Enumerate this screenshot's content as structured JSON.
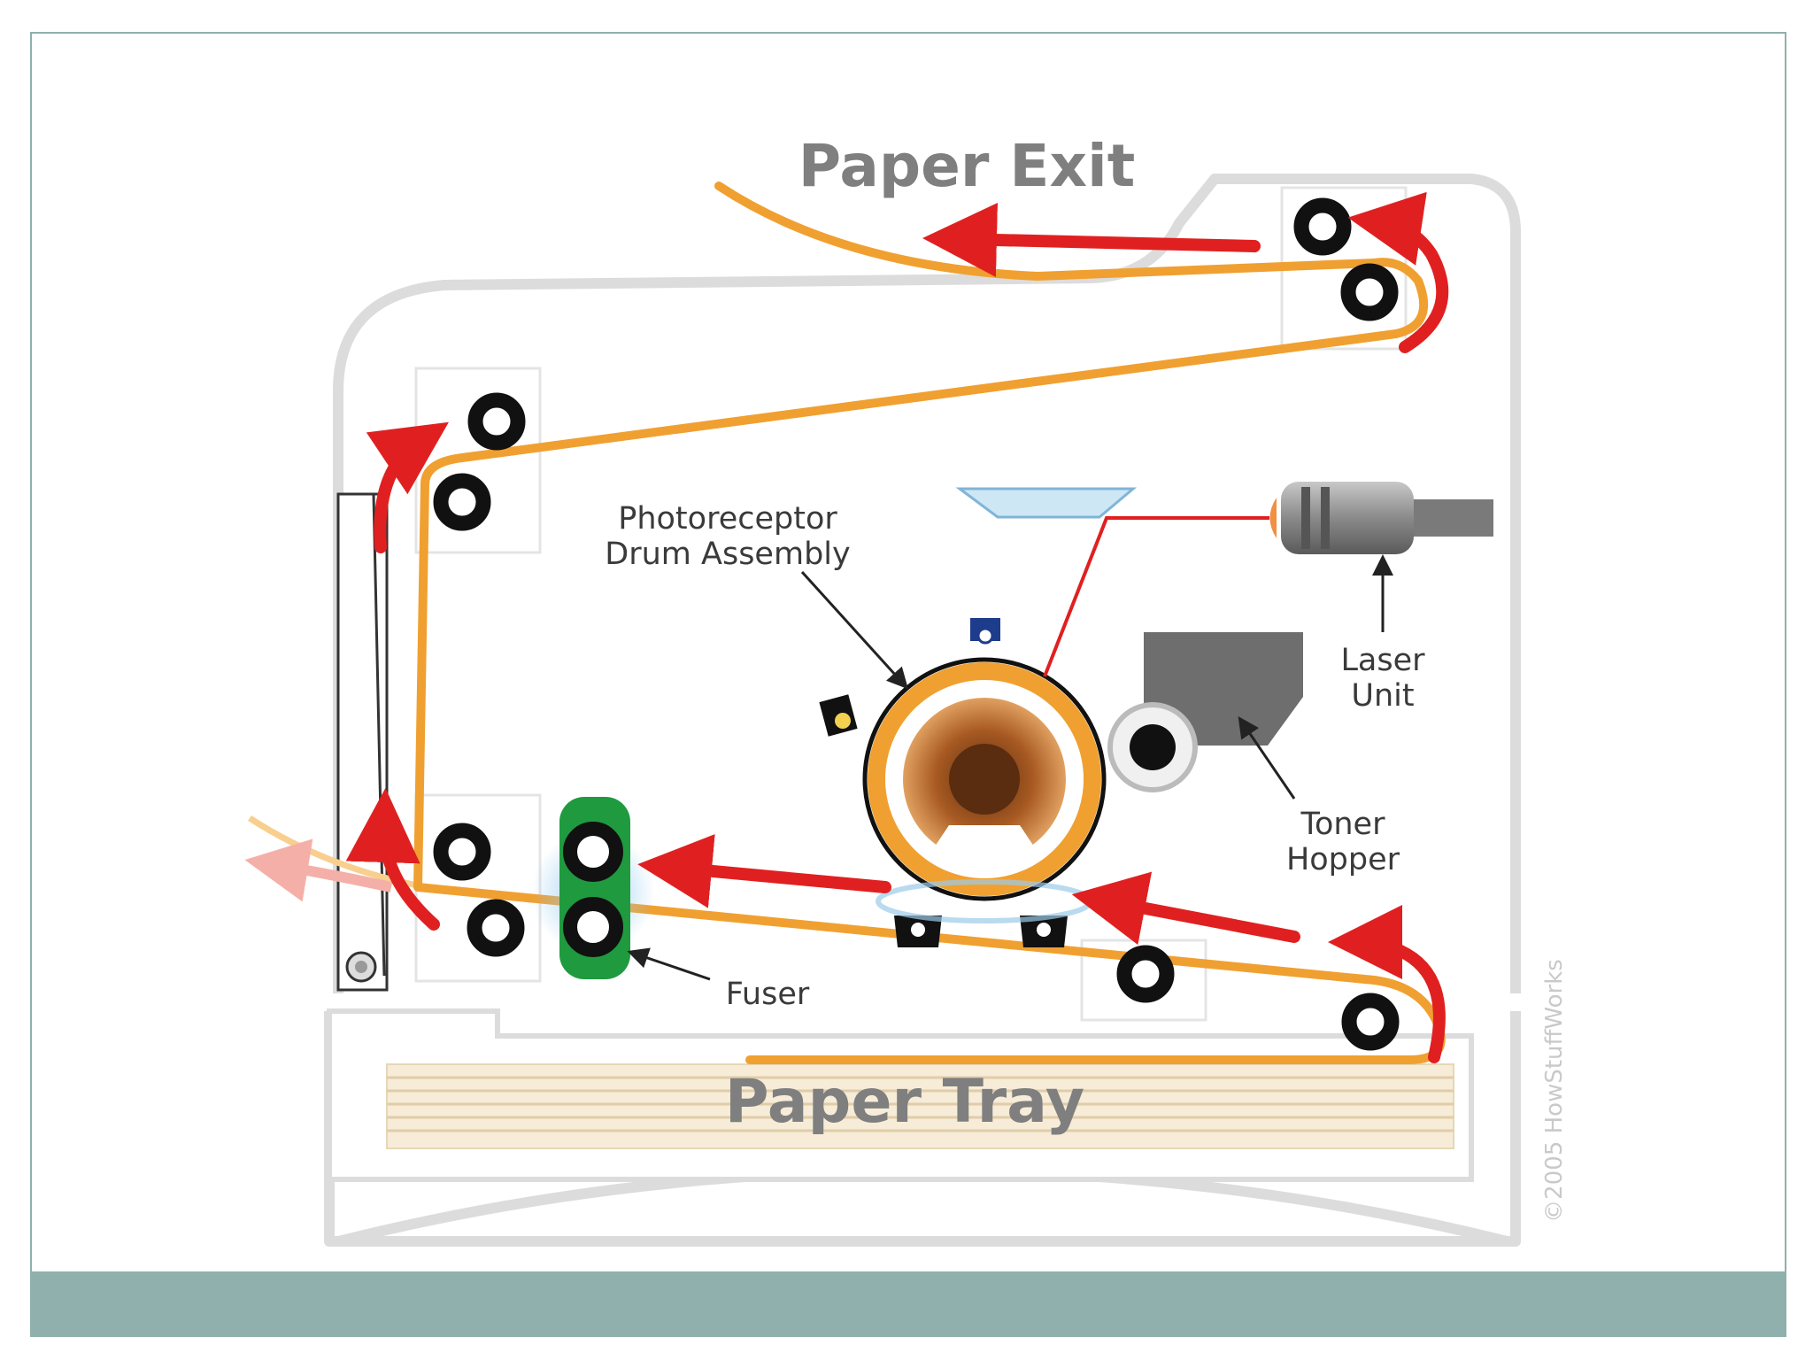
{
  "labels": {
    "paper_exit": "Paper Exit",
    "paper_tray": "Paper Tray",
    "drum_line1": "Photoreceptor",
    "drum_line2": "Drum Assembly",
    "laser_line1": "Laser",
    "laser_line2": "Unit",
    "toner_line1": "Toner",
    "toner_line2": "Hopper",
    "fuser": "Fuser",
    "copyright": "©2005 HowStuffWorks"
  },
  "colors": {
    "paper_path": "#f0a030",
    "arrow": "#e02020",
    "frame_border": "#8fb0ac",
    "printer_outline": "#dcdcdc",
    "roller": "#111111",
    "fuser": "#1f9a3f",
    "laser_beam": "#e02020",
    "toner": "#6e6e6e"
  },
  "icons": {
    "roller": "roller-icon",
    "arrow": "arrow-icon"
  }
}
